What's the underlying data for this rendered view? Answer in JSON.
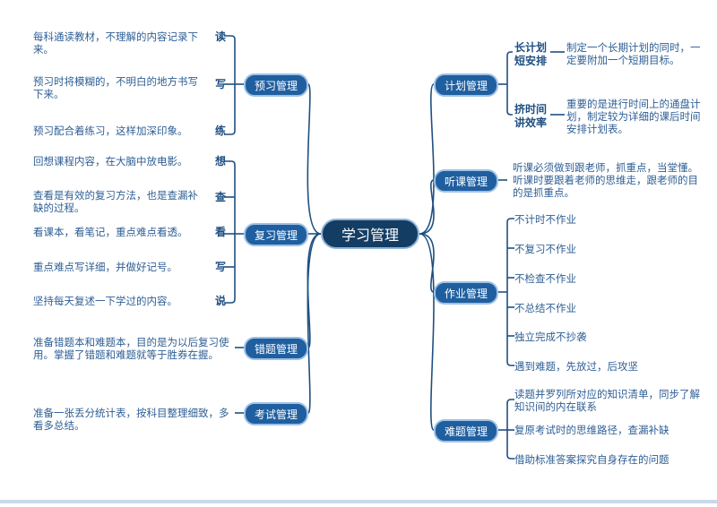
{
  "center": "学习管理",
  "left": {
    "preview": {
      "label": "预习管理",
      "items": [
        {
          "text": "每科通读教材，不理解的内容记录下来。",
          "key": "读"
        },
        {
          "text": "预习时将模糊的，不明白的地方书写下来。",
          "key": "写"
        },
        {
          "text": "预习配合着练习，这样加深印象。",
          "key": "练"
        }
      ]
    },
    "review": {
      "label": "复习管理",
      "items": [
        {
          "text": "回想课程内容，在大脑中放电影。",
          "key": "想"
        },
        {
          "text": "查看是有效的复习方法，也是查漏补缺的过程。",
          "key": "查"
        },
        {
          "text": "看课本，看笔记，重点难点看透。",
          "key": "看"
        },
        {
          "text": "重点难点写详细，并做好记号。",
          "key": "写"
        },
        {
          "text": "坚持每天复述一下学过的内容。",
          "key": "说"
        }
      ]
    },
    "mistakes": {
      "label": "错题管理",
      "text": "准备错题本和难题本，目的是为以后复习使用。掌握了错题和难题就等于胜券在握。"
    },
    "exam": {
      "label": "考试管理",
      "text": "准备一张丢分统计表，按科目整理细致，多看多总结。"
    }
  },
  "right": {
    "plan": {
      "label": "计划管理",
      "items": [
        {
          "key": "长计划短安排",
          "text": "制定一个长期计划的同时，一定要附加一个短期目标。"
        },
        {
          "key": "挤时间讲效率",
          "text": "重要的是进行时间上的通盘计划，制定较为详细的课后时间安排计划表。"
        }
      ]
    },
    "listen": {
      "label": "听课管理",
      "text": "听课必须做到跟老师，抓重点，当堂懂。听课时要跟着老师的思维走，跟老师的目的是抓重点。"
    },
    "homework": {
      "label": "作业管理",
      "items": [
        "不计时不作业",
        "不复习不作业",
        "不检查不作业",
        "不总结不作业",
        "独立完成不抄袭",
        "遇到难题，先放过，后攻坚"
      ]
    },
    "hard": {
      "label": "难题管理",
      "items": [
        "读题并罗列所对应的知识清单，同步了解知识间的内在联系",
        "复原考试时的思维路径，查漏补缺",
        "借助标准答案探究自身存在的问题"
      ]
    }
  },
  "colors": {
    "branch": "#1f5fa0",
    "center": "#143d63",
    "line": "#1f4f82",
    "text": "#2e5e94"
  }
}
